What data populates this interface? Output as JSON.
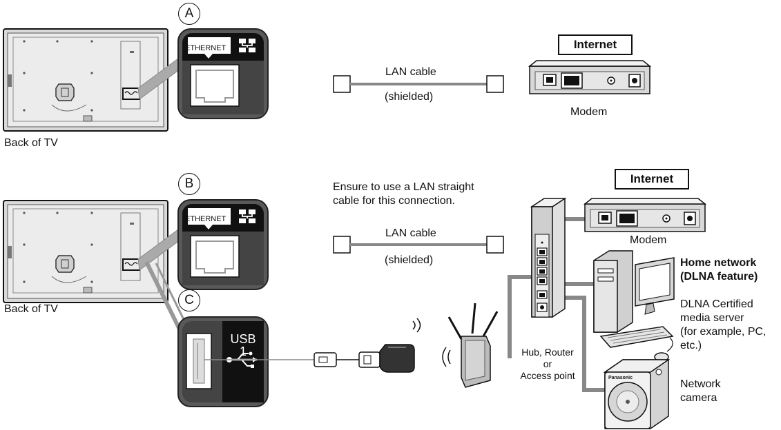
{
  "labels": {
    "back_of_tv": "Back of TV",
    "lan_cable": "LAN cable",
    "shielded": "(shielded)",
    "internet": "Internet",
    "modem": "Modem",
    "straight_note_line1": "Ensure to use a LAN straight",
    "straight_note_line2": "cable for this connection.",
    "hub_line1": "Hub, Router",
    "hub_line2": "or",
    "hub_line3": "Access point",
    "home_network_line1": "Home network",
    "home_network_line2": "(DLNA feature)",
    "dlna_line1": "DLNA Certified",
    "dlna_line2": "media server",
    "dlna_line3": "(for example, PC,",
    "dlna_line4": "etc.)",
    "network_line1": "Network",
    "network_line2": "camera",
    "ethernet": "ETHERNET",
    "usb": "USB",
    "usb_num": "1",
    "camera_brand": "Panasonic"
  },
  "markers": {
    "a": "A",
    "b": "B",
    "c": "C"
  },
  "colors": {
    "cable_gray": "#888888",
    "port_panel": "#3a3a3a",
    "tv_fill": "#e6e6e6",
    "dark": "#222222"
  }
}
